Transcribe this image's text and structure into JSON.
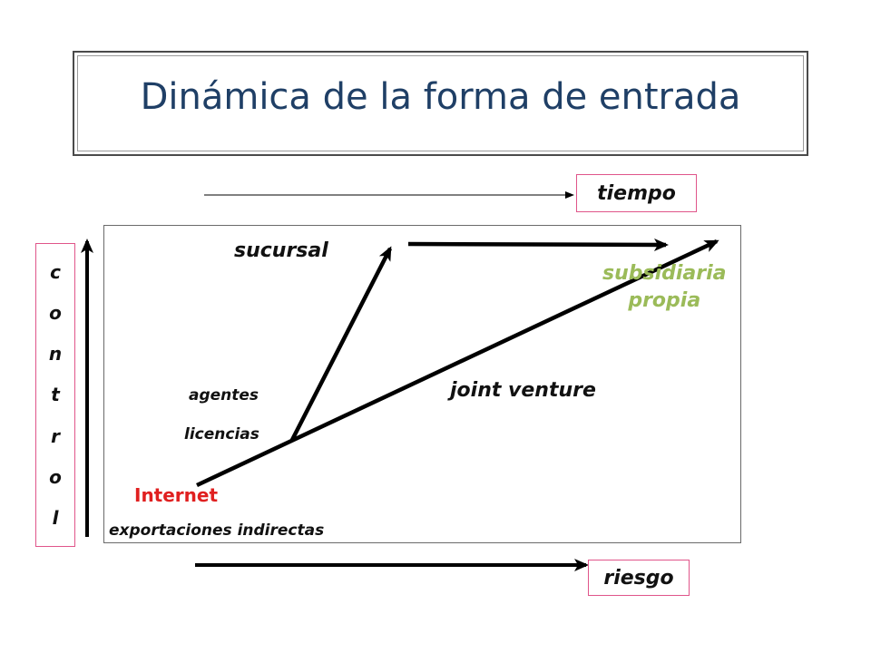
{
  "title": "Dinámica de la forma de entrada",
  "axes": {
    "time_label": "tiempo",
    "risk_label": "riesgo",
    "control_letters": [
      "c",
      "o",
      "n",
      "t",
      "r",
      "o",
      "l"
    ]
  },
  "entry_modes": {
    "exportaciones": "exportaciones indirectas",
    "internet": "Internet",
    "licencias": "licencias",
    "agentes": "agentes",
    "sucursal": "sucursal",
    "joint_venture": "joint venture",
    "subsidiaria_line1": "subsidiaria",
    "subsidiaria_line2": "propia"
  },
  "colors": {
    "title": "#1f3f66",
    "internet": "#e02020",
    "subsidiaria": "#9bbb59",
    "label_border": "#e0558a"
  }
}
